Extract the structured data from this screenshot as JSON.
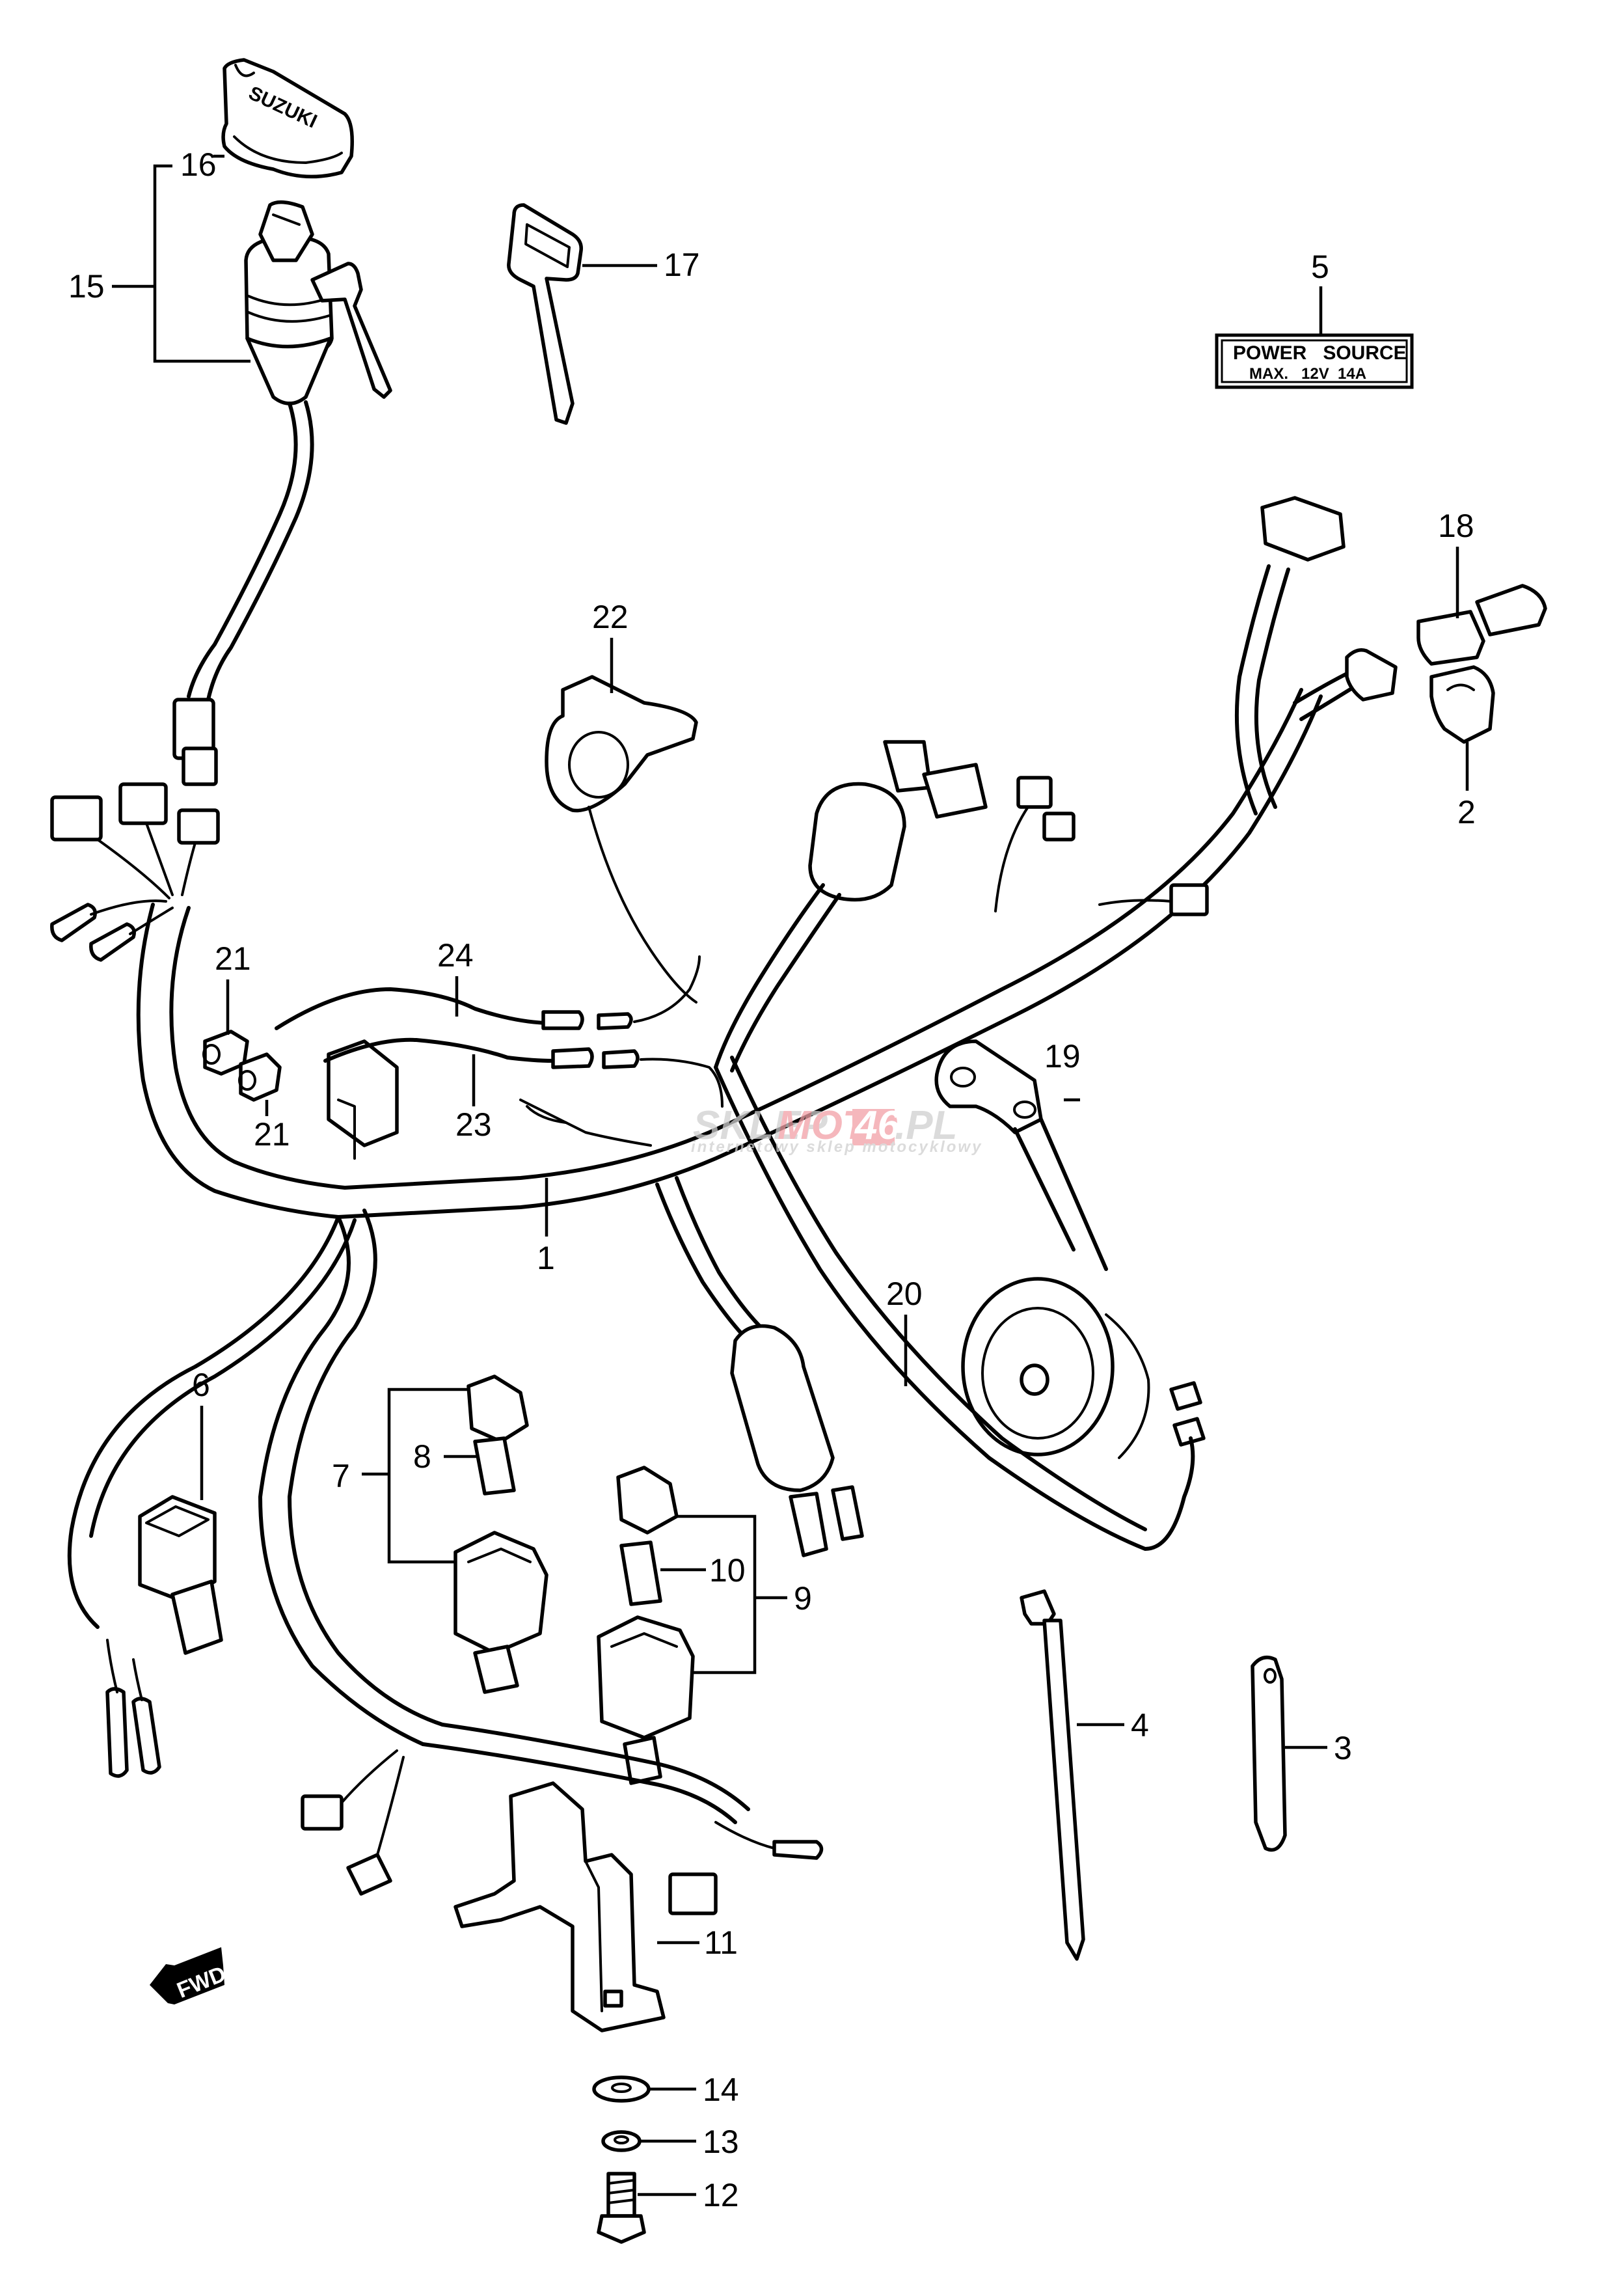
{
  "diagram": {
    "title": "Wiring harness parts diagram",
    "brand_on_cap": "SUZUKI",
    "power_plate": {
      "line1": "POWER   SOURCE",
      "line2": "MAX.   12V  14A"
    },
    "direction_marker": "FWD",
    "watermark": {
      "left": "SKLEP",
      "middle": "MOTO",
      "number": "46",
      "suffix": ".PL",
      "tagline": "internetowy sklep motocyklowy",
      "accent_color": "#f2a0a6",
      "gray_color": "#d0d0d0"
    },
    "callouts": [
      {
        "id": "1",
        "part": "wiring-harness"
      },
      {
        "id": "2",
        "part": "harness-clamp"
      },
      {
        "id": "3",
        "part": "wire-clamp-band"
      },
      {
        "id": "4",
        "part": "cable-tie"
      },
      {
        "id": "5",
        "part": "power-source-label"
      },
      {
        "id": "6",
        "part": "relay"
      },
      {
        "id": "7",
        "part": "relay-assembly-set"
      },
      {
        "id": "8",
        "part": "fuse"
      },
      {
        "id": "9",
        "part": "relay-assembly-set"
      },
      {
        "id": "10",
        "part": "fuse"
      },
      {
        "id": "11",
        "part": "bracket"
      },
      {
        "id": "12",
        "part": "bolt"
      },
      {
        "id": "13",
        "part": "lock-washer"
      },
      {
        "id": "14",
        "part": "washer"
      },
      {
        "id": "15",
        "part": "ignition-switch-assembly"
      },
      {
        "id": "16",
        "part": "ignition-switch-cap"
      },
      {
        "id": "17",
        "part": "key"
      },
      {
        "id": "18",
        "part": "socket"
      },
      {
        "id": "19",
        "part": "horn-bracket"
      },
      {
        "id": "20",
        "part": "horn"
      },
      {
        "id": "21",
        "part": "connector-cap"
      },
      {
        "id": "22",
        "part": "switch"
      },
      {
        "id": "23",
        "part": "lead-wire"
      },
      {
        "id": "24",
        "part": "lead-wire"
      }
    ]
  }
}
